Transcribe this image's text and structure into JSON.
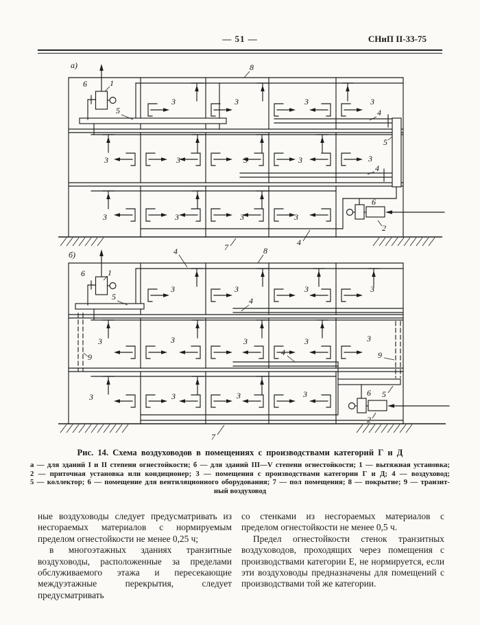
{
  "header": {
    "page_number": "— 51 —",
    "doc_code": "СНиП II-33-75"
  },
  "figure": {
    "caption": "Рис. 14. Схема воздуховодов в помещениях с производствами категорий Г и Д",
    "legend_lines": [
      "а — для зданий I и II степени огнестойкости; б — для зданий III—V степени огнестойкости; 1 — вытяжная установка;",
      "2 — приточная установка или кондиционер; 3 — помещения с производствами категории Г и Д; 4 — воздуховод;",
      "5 — коллектор; 6 — помещение для вентиляционного оборудования; 7 — пол помещения; 8 — покрытие; 9 — транзит-",
      "ный воздуховод"
    ],
    "marks": {
      "variant_a": "а)",
      "variant_b": "б)",
      "exhaust_unit": "1",
      "supply_unit": "2",
      "room": "3",
      "duct": "4",
      "collector": "5",
      "vent_room": "6",
      "floor": "7",
      "roof": "8",
      "transit_duct": "9"
    }
  },
  "body": {
    "left": [
      "ные воздуховоды следует предусматривать из несгораемых материалов с нормируемым пределом огнестойкости не менее 0,25 ч;",
      "в многоэтажных зданиях транзитные воздуховоды, расположенные за пределами обслуживаемого этажа и пересекающие междуэтажные перекрытия, следует предусматривать"
    ],
    "right": [
      "со стенками из несгораемых материалов с пределом огнестойкости не менее 0,5 ч.",
      "Предел огнестойкости стенок транзитных воздуховодов, проходящих через помещения с производствами категории Е, не нормируется, если эти воздуховоды предназначены для помещений с производствами той же категории."
    ]
  }
}
